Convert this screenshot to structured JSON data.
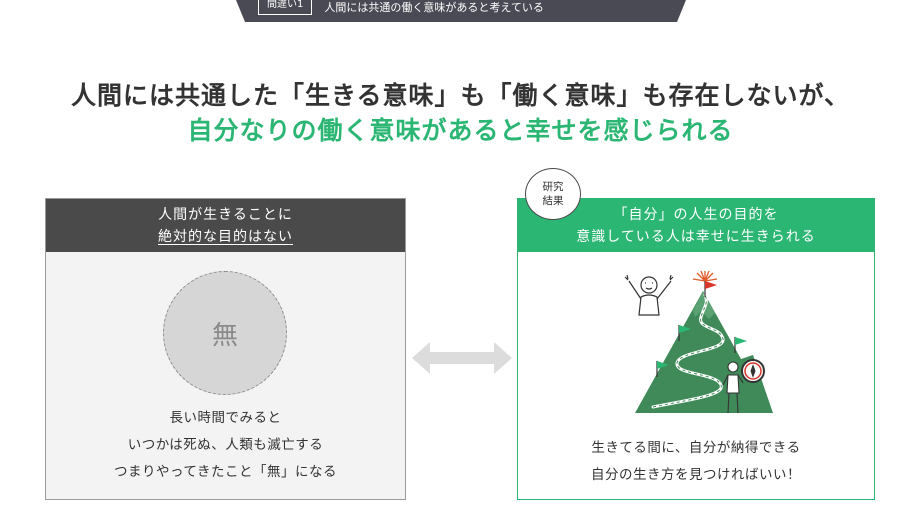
{
  "banner": {
    "tag": "間違い1",
    "tagline": "人間には共通の働く意味があると考えている"
  },
  "headline": {
    "line1": "人間には共通した「生きる意味」も「働く意味」も存在しないが、",
    "line2": "自分なりの働く意味があると幸せを感じられる"
  },
  "left_panel": {
    "title_line1": "人間が生きることに",
    "title_line2": "絶対的な目的はない",
    "circle_text": "無",
    "body": [
      "長い時間でみると",
      "いつかは死ぬ、人類も滅亡する",
      "つまりやってきたこと「無」になる"
    ]
  },
  "right_panel": {
    "badge_line1": "研究",
    "badge_line2": "結果",
    "title_line1": "「自分」の人生の目的を",
    "title_line2": "意識している人は幸せに生きられる",
    "body": [
      "生きてる間に、自分が納得できる",
      "自分の生き方を見つければいい！"
    ]
  },
  "icons": {
    "arrow": "double-arrow-icon",
    "illustration": "mountain-climb-illustration",
    "compass": "compass-icon"
  },
  "colors": {
    "accent_green": "#2bb673",
    "dark_header": "#4a4a4a",
    "banner_dark": "#4a4a55",
    "mountain_green": "#3f8a58"
  }
}
